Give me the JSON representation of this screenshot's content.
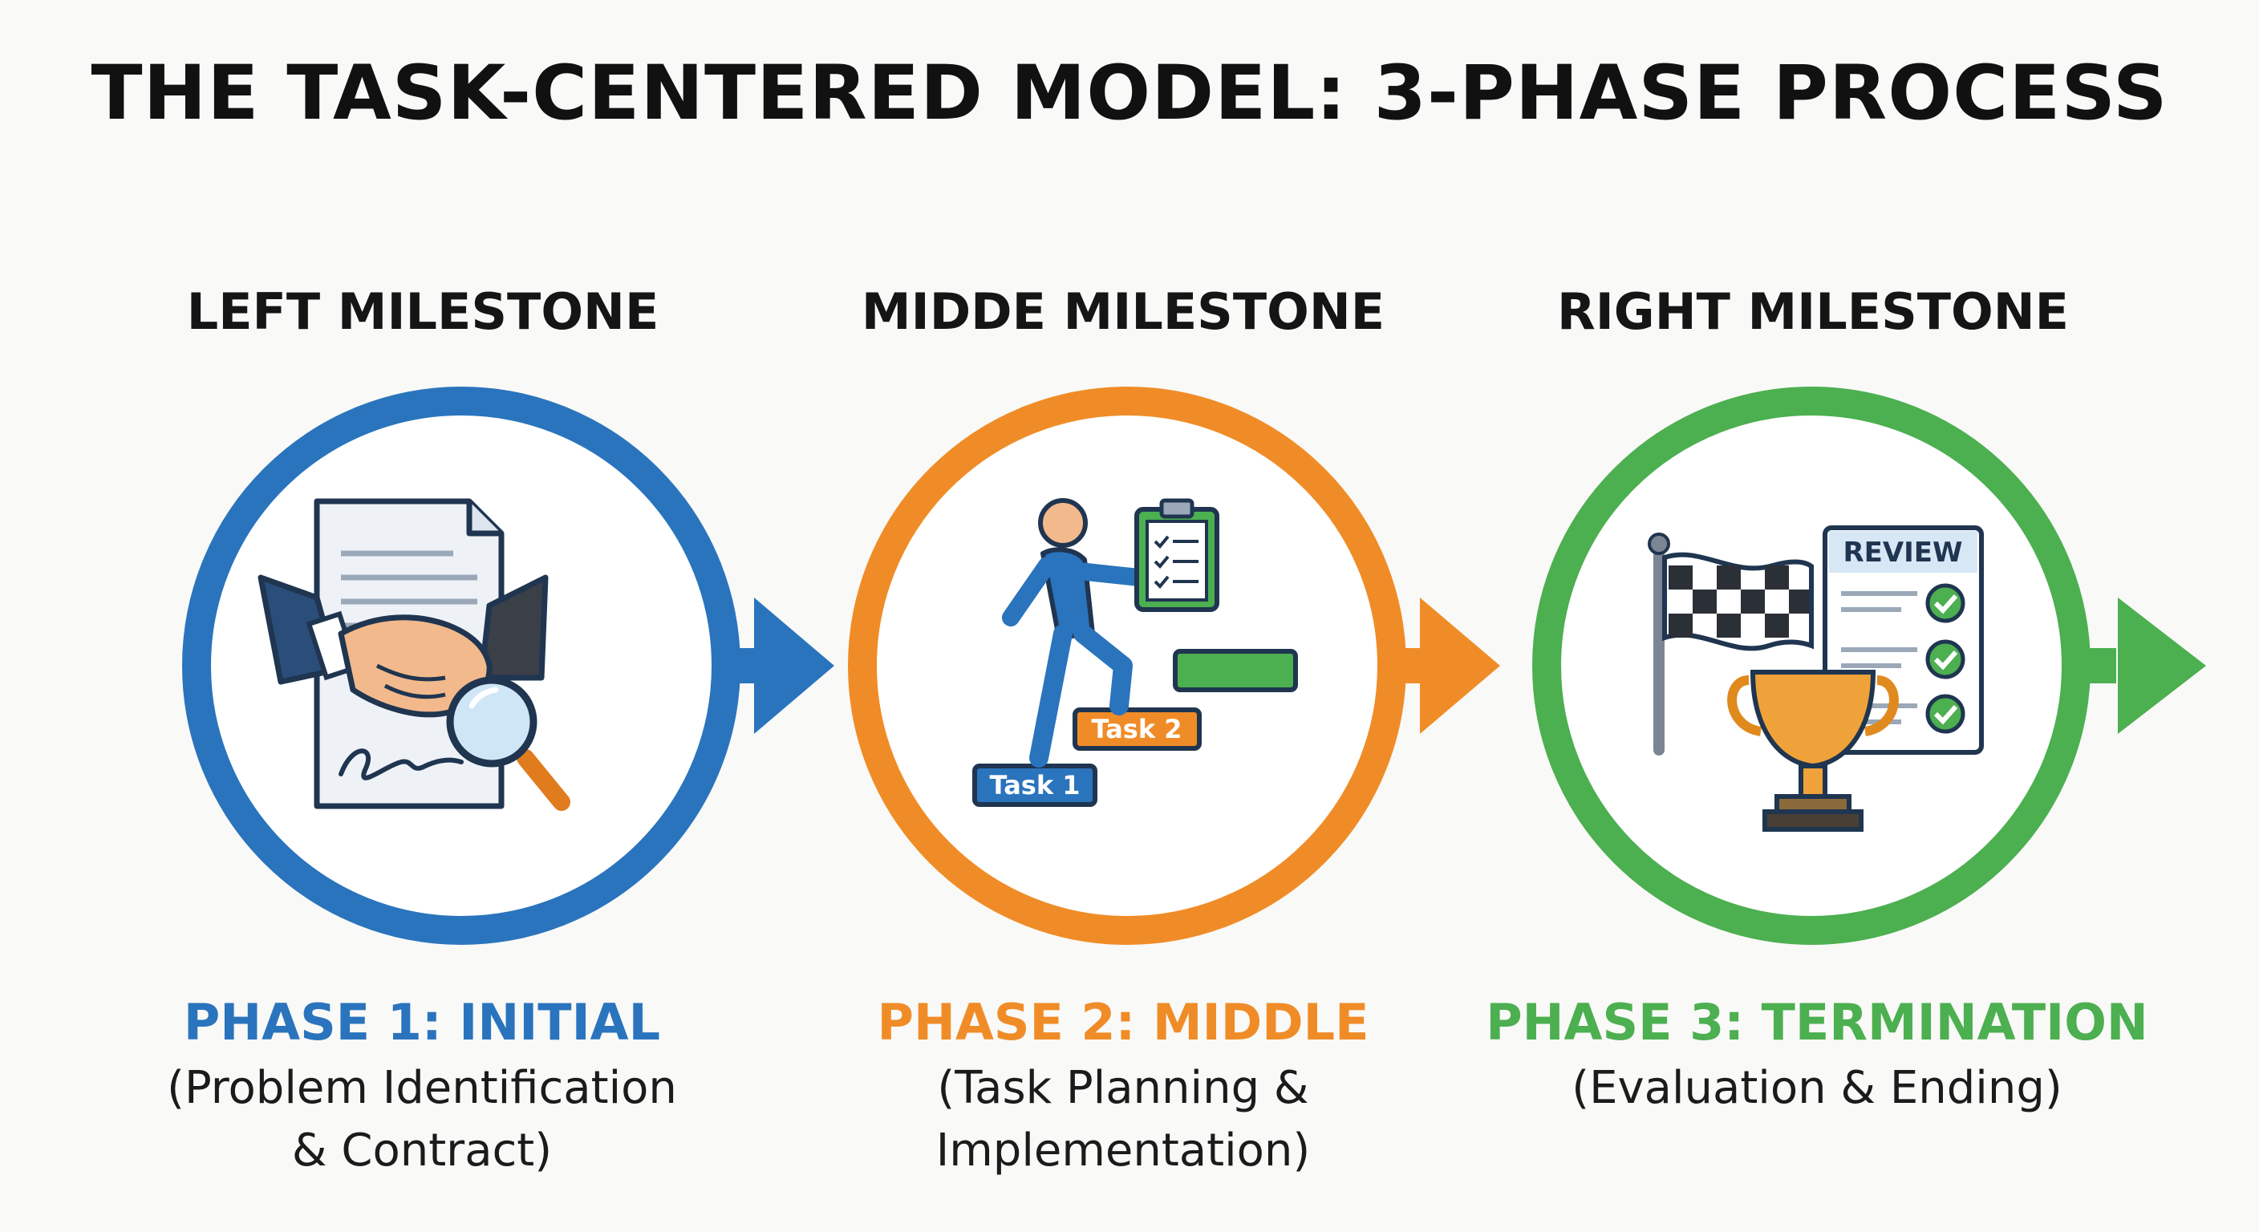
{
  "title": "THE TASK-CENTERED MODEL: 3-PHASE PROCESS",
  "colors": {
    "phase1": "#2a74bd",
    "phase2": "#f08c27",
    "phase3": "#4caf50",
    "ink": "#1f3550"
  },
  "milestones": [
    {
      "label": "LEFT MILESTONE",
      "phase_title": "PHASE 1: INITIAL",
      "desc_lines": [
        "(Problem Identification",
        "& Contract)"
      ]
    },
    {
      "label": "MIDDE MILESTONE",
      "phase_title": "PHASE 2: MIDDLE",
      "desc_lines": [
        "(Task Planning &",
        "Implementation)"
      ]
    },
    {
      "label": "RIGHT MILESTONE",
      "phase_title": "PHASE 3: TERMINATION",
      "desc_lines": [
        "(Evaluation & Ending)"
      ]
    }
  ],
  "icons": {
    "phase1": [
      "document-icon",
      "handshake-icon",
      "signature-icon",
      "magnifying-glass-icon"
    ],
    "phase2": [
      "person-climbing-icon",
      "clipboard-checklist-icon",
      "stairs-icon"
    ],
    "phase3": [
      "checkered-flag-icon",
      "review-checklist-icon",
      "trophy-icon"
    ]
  },
  "step_labels": {
    "task1": "Task 1",
    "task2": "Task 2",
    "review": "REVIEW"
  }
}
